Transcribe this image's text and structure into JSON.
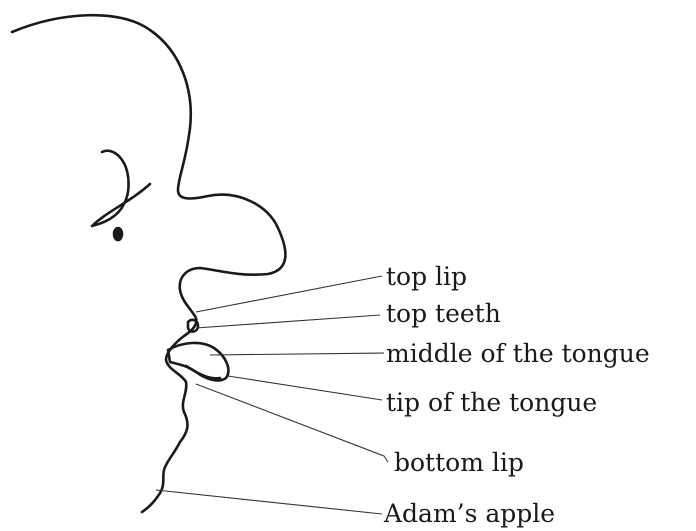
{
  "labels": {
    "top_lip": "top lip",
    "top_teeth": "top teeth",
    "middle_of_tongue": "middle of the tongue",
    "tip_of_tongue": "tip of the tongue",
    "bottom_lip": "bottom lip",
    "adams_apple": "Adam’s apple"
  }
}
